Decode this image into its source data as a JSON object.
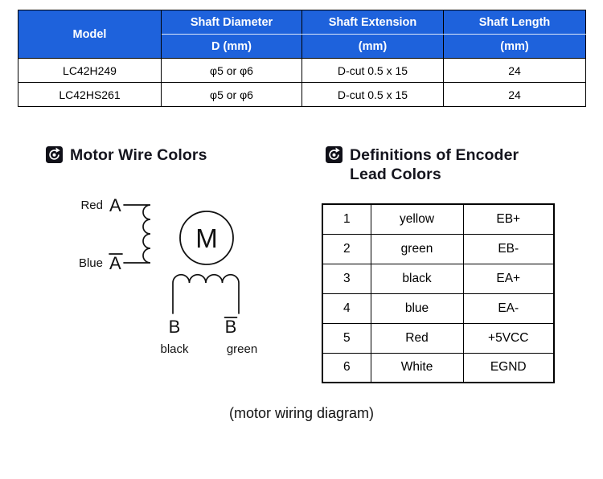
{
  "colors": {
    "header_blue": "#1E62DC",
    "header_text": "#FFFFFF",
    "table_border": "#000000",
    "heading_text": "#15151E",
    "diagram_ink": "#111111"
  },
  "spec_table": {
    "header": {
      "model": "Model",
      "columns": [
        {
          "title": "Shaft Diameter",
          "sub": "D (mm)"
        },
        {
          "title": "Shaft Extension",
          "sub": "(mm)"
        },
        {
          "title": "Shaft Length",
          "sub": "(mm)"
        }
      ]
    },
    "rows": [
      [
        "LC42H249",
        "φ5 or φ6",
        "D-cut 0.5 x 15",
        "24"
      ],
      [
        "LC42HS261",
        "φ5 or φ6",
        "D-cut 0.5 x 15",
        "24"
      ]
    ]
  },
  "motor_section": {
    "title": "Motor Wire Colors"
  },
  "motor_diagram": {
    "red": "Red",
    "a": "A",
    "blue": "Blue",
    "a_bar": "A",
    "m": "M",
    "b": "B",
    "b_bar": "B",
    "black": "black",
    "green": "green"
  },
  "encoder_section": {
    "title_line1": "Definitions of Encoder",
    "title_line2": "Lead Colors",
    "rows": [
      [
        "1",
        "yellow",
        "EB+"
      ],
      [
        "2",
        "green",
        "EB-"
      ],
      [
        "3",
        "black",
        "EA+"
      ],
      [
        "4",
        "blue",
        "EA-"
      ],
      [
        "5",
        "Red",
        "+5VCC"
      ],
      [
        "6",
        "White",
        "EGND"
      ]
    ]
  },
  "caption": "(motor wiring diagram)"
}
